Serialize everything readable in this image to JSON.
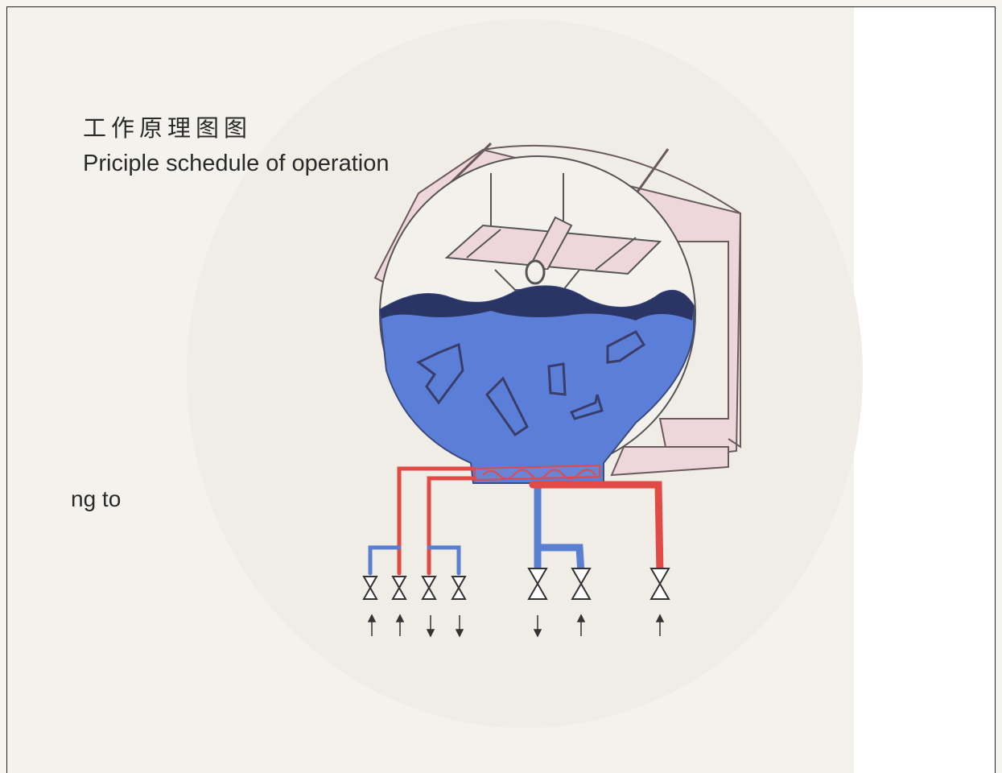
{
  "heading": {
    "title_cn": "工作原理图图",
    "title_en": "Priciple schedule of operation"
  },
  "fragment_text": "ng to",
  "colors": {
    "water": "#5b7fd8",
    "water_dark": "#2a3566",
    "hot_pipe": "#e24a48",
    "cold_pipe": "#5a7fd0",
    "drum_shell": "#eed7db",
    "background_circle": "#efede6"
  },
  "valves": [
    {
      "name": "valve-cold-1",
      "flow": "in"
    },
    {
      "name": "valve-hot-1",
      "flow": "in"
    },
    {
      "name": "valve-hot-2",
      "flow": "out"
    },
    {
      "name": "valve-cold-2",
      "flow": "out"
    },
    {
      "name": "valve-drain",
      "flow": "out"
    },
    {
      "name": "valve-water-inlet",
      "flow": "in"
    },
    {
      "name": "valve-steam-inlet",
      "flow": "in"
    }
  ]
}
